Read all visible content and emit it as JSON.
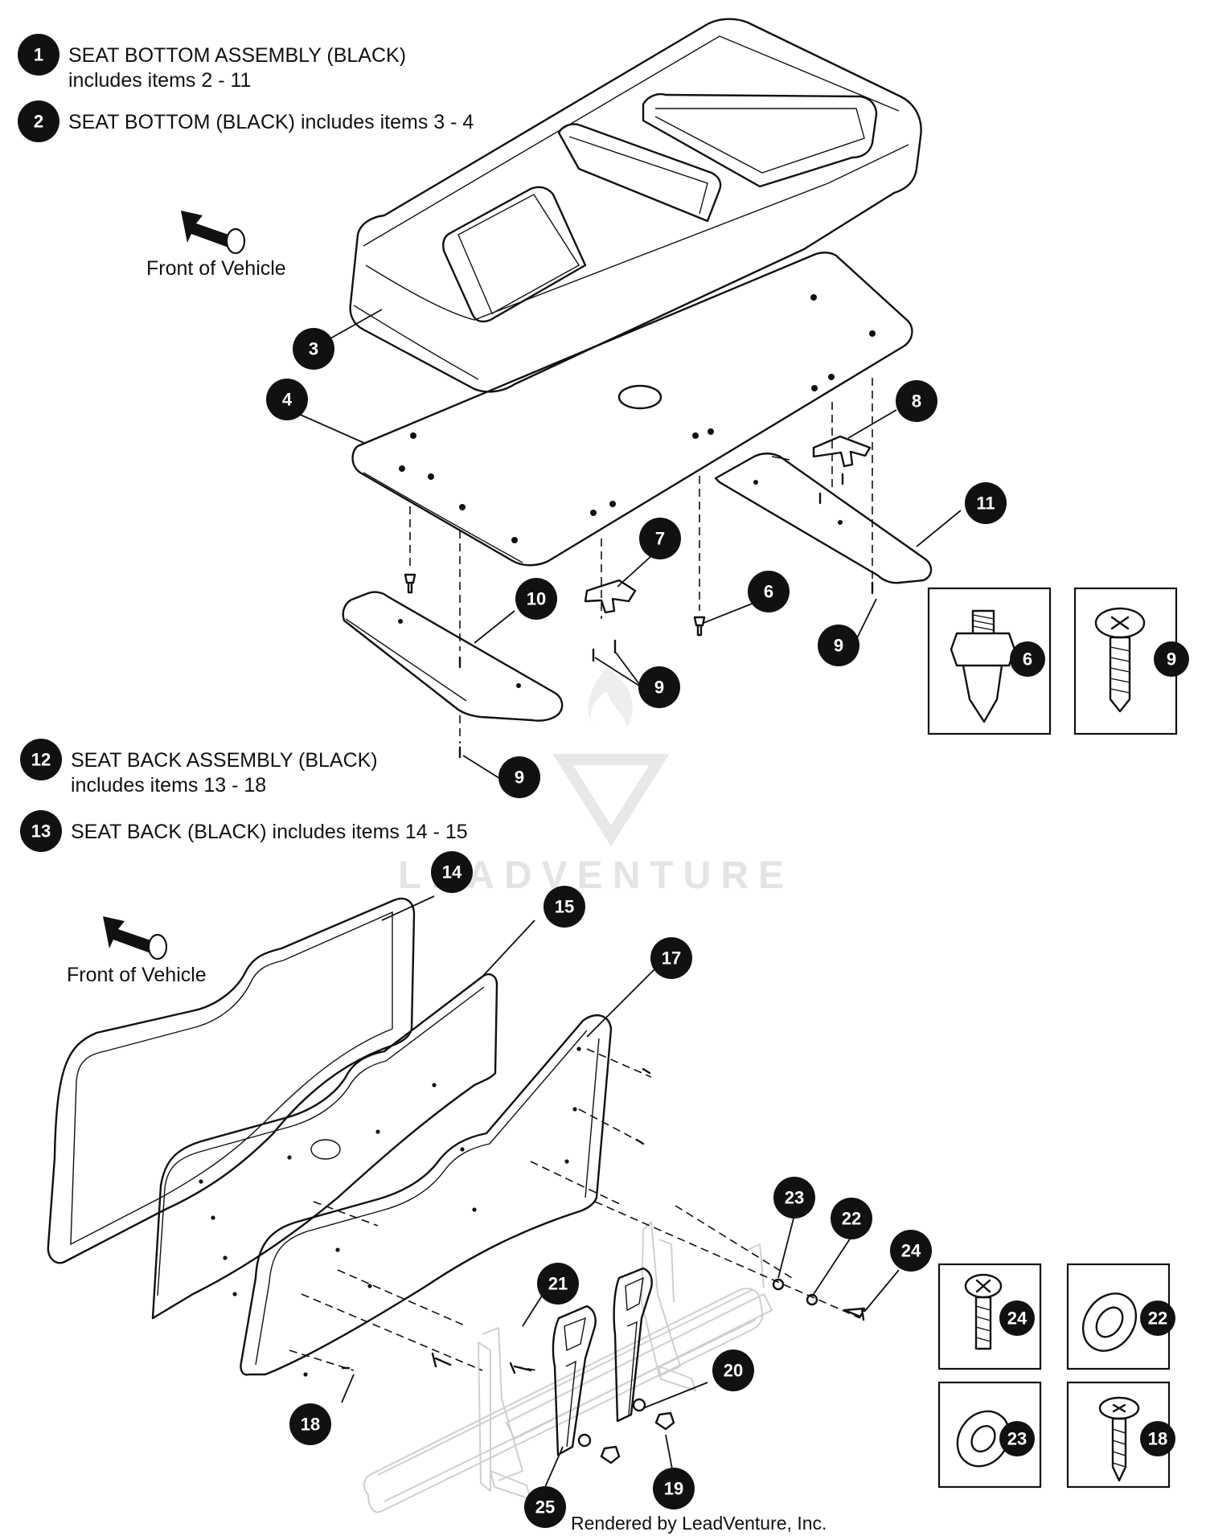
{
  "descriptions": {
    "d1_line1": "SEAT BOTTOM ASSEMBLY (BLACK)",
    "d1_line2": "includes items 2 - 11",
    "d2": "SEAT BOTTOM (BLACK) includes items 3 - 4",
    "d12_line1": "SEAT BACK ASSEMBLY (BLACK)",
    "d12_line2": "includes items 13 - 18",
    "d13": "SEAT BACK (BLACK) includes items 14 - 15"
  },
  "orientation": {
    "top": "Front of Vehicle",
    "bottom": "Front of Vehicle"
  },
  "callouts": {
    "c1": "1",
    "c2": "2",
    "c3": "3",
    "c4": "4",
    "c6": "6",
    "c7": "7",
    "c8": "8",
    "c9a": "9",
    "c9b": "9",
    "c9c": "9",
    "c10": "10",
    "c11": "11",
    "c12": "12",
    "c13": "13",
    "c14": "14",
    "c15": "15",
    "c17": "17",
    "c18": "18",
    "c19": "19",
    "c20": "20",
    "c21": "21",
    "c22": "22",
    "c23": "23",
    "c24": "24",
    "c25": "25"
  },
  "insets": {
    "i6": "6",
    "i9": "9",
    "i24": "24",
    "i22": "22",
    "i23": "23",
    "i18": "18"
  },
  "watermark": "LEADVENTURE",
  "credit": "Rendered by LeadVenture, Inc."
}
